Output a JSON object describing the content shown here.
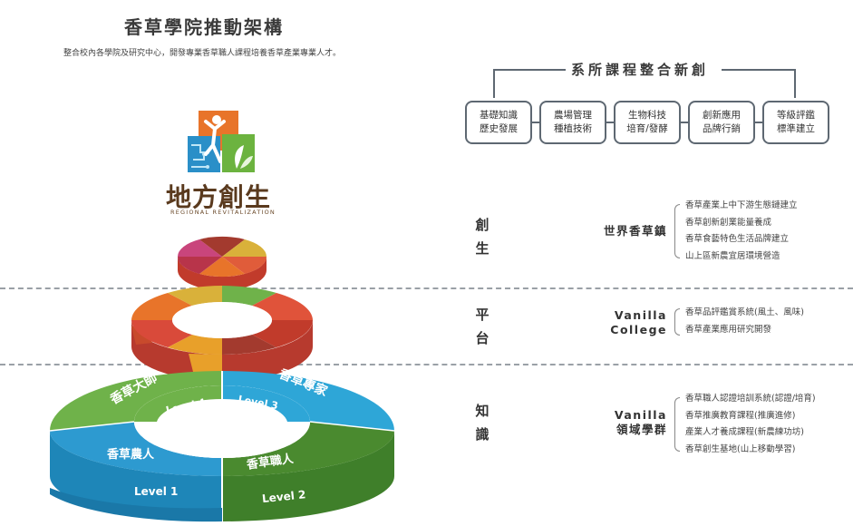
{
  "header": {
    "title": "香草學院推動架構",
    "subtitle": "整合校內各學院及研究中心，開發專業香草職人課程培養香草產業專業人才。"
  },
  "curriculum": {
    "banner": "系所課程整合新創",
    "boxes": [
      {
        "line1": "基礎知識",
        "line2": "歷史發展"
      },
      {
        "line1": "農場管理",
        "line2": "種植技術"
      },
      {
        "line1": "生物科技",
        "line2": "培育/發酵"
      },
      {
        "line1": "創新應用",
        "line2": "品牌行銷"
      },
      {
        "line1": "等級評鑑",
        "line2": "標準建立"
      }
    ]
  },
  "logo": {
    "name": "地方創生",
    "subtitle": "REGIONAL REVITALIZATION"
  },
  "rings": {
    "level4": "Level 4",
    "level3": "Level 3",
    "level1": "Level 1",
    "level2": "Level 2",
    "master": "香草大師",
    "expert": "香草專家",
    "farmer": "香草農人",
    "artisan": "香草職人"
  },
  "stages": [
    {
      "char1": "創",
      "char2": "生",
      "group_line1": "世界香草鎮",
      "group_line2": "",
      "items": [
        "香草產業上中下游生態鏈建立",
        "香草創新創業能量養成",
        "香草食藝特色生活品牌建立",
        "山上區新農宜居環境營造"
      ]
    },
    {
      "char1": "平",
      "char2": "台",
      "group_line1": "Vanilla",
      "group_line2": "College",
      "items": [
        "香草品評鑑賞系統(風土、風味)",
        "香草產業應用研究開發"
      ]
    },
    {
      "char1": "知",
      "char2": "識",
      "group_line1": "Vanilla",
      "group_line2": "領域學群",
      "items": [
        "香草職人認證培訓系統(認證/培育)",
        "香草推廣教育課程(推廣進修)",
        "產業人才養成課程(新農練功坊)",
        "香草創生基地(山上移動學習)"
      ]
    }
  ],
  "colors": {
    "line": "#5e6872",
    "ring_outer_green": "#6fb24a",
    "ring_outer_blue": "#2ea6d7",
    "ring_outer_darkgreen": "#4a8a2f",
    "ring_outer_side_blue": "#1e86b8"
  }
}
